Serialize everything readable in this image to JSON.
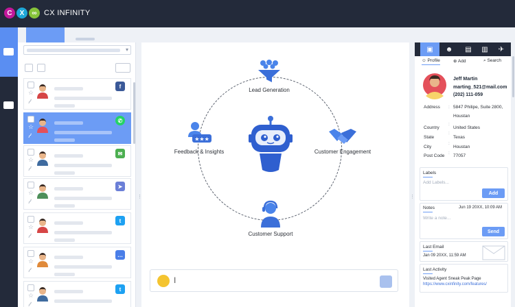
{
  "app": {
    "brand": "CX INFINITY",
    "logo_letters": [
      "C",
      "X",
      "∞"
    ]
  },
  "colors": {
    "topbar": "#232a3a",
    "accent": "#6c9cf5",
    "logo_c": "#c2189b",
    "logo_x": "#1ea7d8",
    "logo_o": "#86c33a"
  },
  "conversations": [
    {
      "channel": "facebook",
      "channel_glyph": "f",
      "channel_color": "#3b5998",
      "active": false
    },
    {
      "channel": "whatsapp",
      "channel_glyph": "✆",
      "channel_color": "#25d366",
      "active": true
    },
    {
      "channel": "chat",
      "channel_glyph": "✉",
      "channel_color": "#4caf50",
      "active": false
    },
    {
      "channel": "messenger",
      "channel_glyph": "➤",
      "channel_color": "#6b7fd7",
      "active": false
    },
    {
      "channel": "twitter",
      "channel_glyph": "t",
      "channel_color": "#1da1f2",
      "active": false
    },
    {
      "channel": "sms",
      "channel_glyph": "…",
      "channel_color": "#4a7ee8",
      "active": false
    },
    {
      "channel": "twitter",
      "channel_glyph": "t",
      "channel_color": "#1da1f2",
      "active": false
    }
  ],
  "diagram": {
    "top": "Lead Generation",
    "left": "Feedback & Insights",
    "right": "Customer Engagement",
    "bottom": "Customer Support"
  },
  "profile": {
    "tabs": [
      "Profile",
      "Add",
      "Search"
    ],
    "name": "Jeff Martin",
    "email": "marting_521@mail.com",
    "phone": "(202) 111-059",
    "fields": [
      {
        "label": "Address",
        "value": "5847 Philipe, Suite 2800,"
      },
      {
        "label": "",
        "value": "Houstan"
      },
      {
        "label": "Country",
        "value": "United States"
      },
      {
        "label": "State",
        "value": "Texas"
      },
      {
        "label": "City",
        "value": "Houstan"
      },
      {
        "label": "Post Code",
        "value": "77057"
      }
    ]
  },
  "labels_box": {
    "title": "Labels",
    "placeholder": "Add Labels...",
    "button": "Add"
  },
  "notes_box": {
    "title": "Notes",
    "date": "Jun 19 20XX, 10:09 AM",
    "placeholder": "Write a note...",
    "button": "Send"
  },
  "email_box": {
    "title": "Last Email",
    "date": "Jan 09 20XX, 11:59 AM"
  },
  "activity_box": {
    "title": "Last Activity",
    "text": "Visited Agent Sneak Peak Page",
    "url": "https://www.cxinfinity.com/features/"
  }
}
